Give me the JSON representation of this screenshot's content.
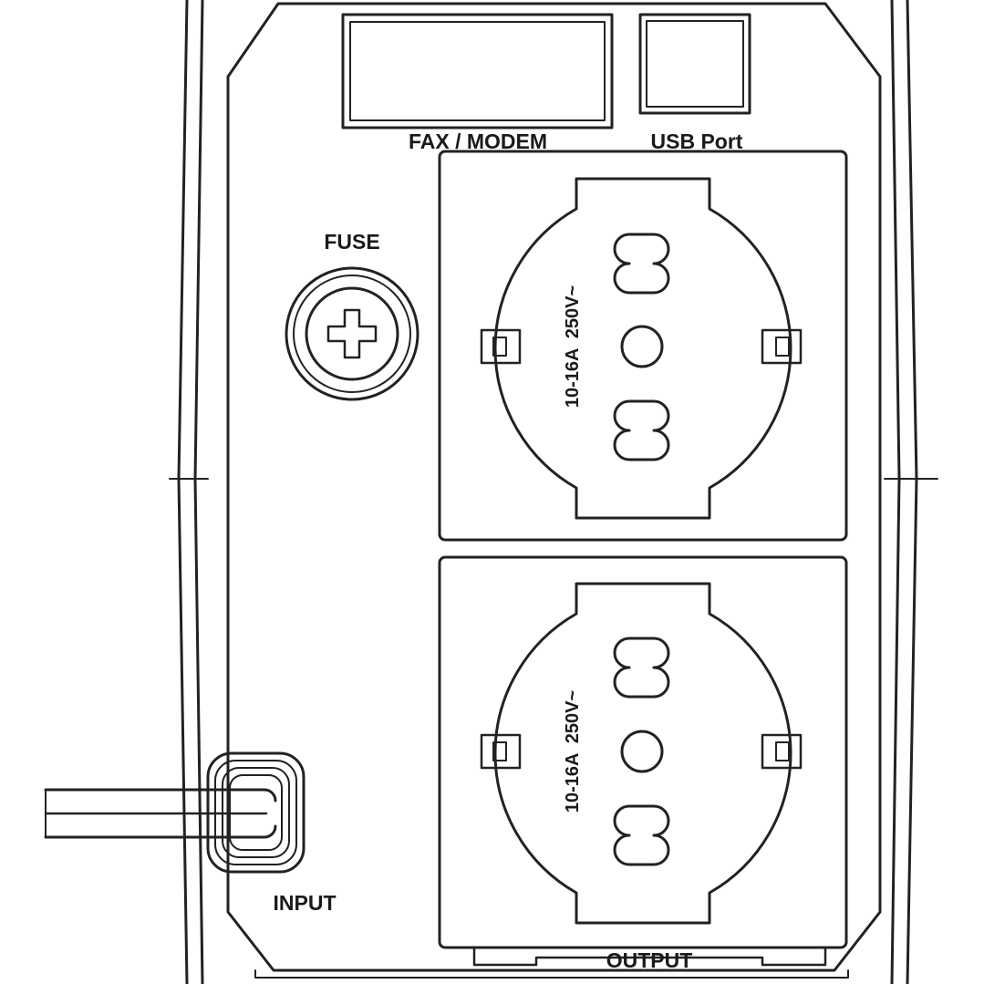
{
  "labels": {
    "fax_modem": "FAX / MODEM",
    "usb_port": "USB Port",
    "fuse": "FUSE",
    "input": "INPUT",
    "output": "OUTPUT"
  },
  "outlets": [
    {
      "rating": "10-16A  250V~"
    },
    {
      "rating": "10-16A  250V~"
    }
  ],
  "colors": {
    "line": "#222222",
    "background": "#ffffff"
  }
}
